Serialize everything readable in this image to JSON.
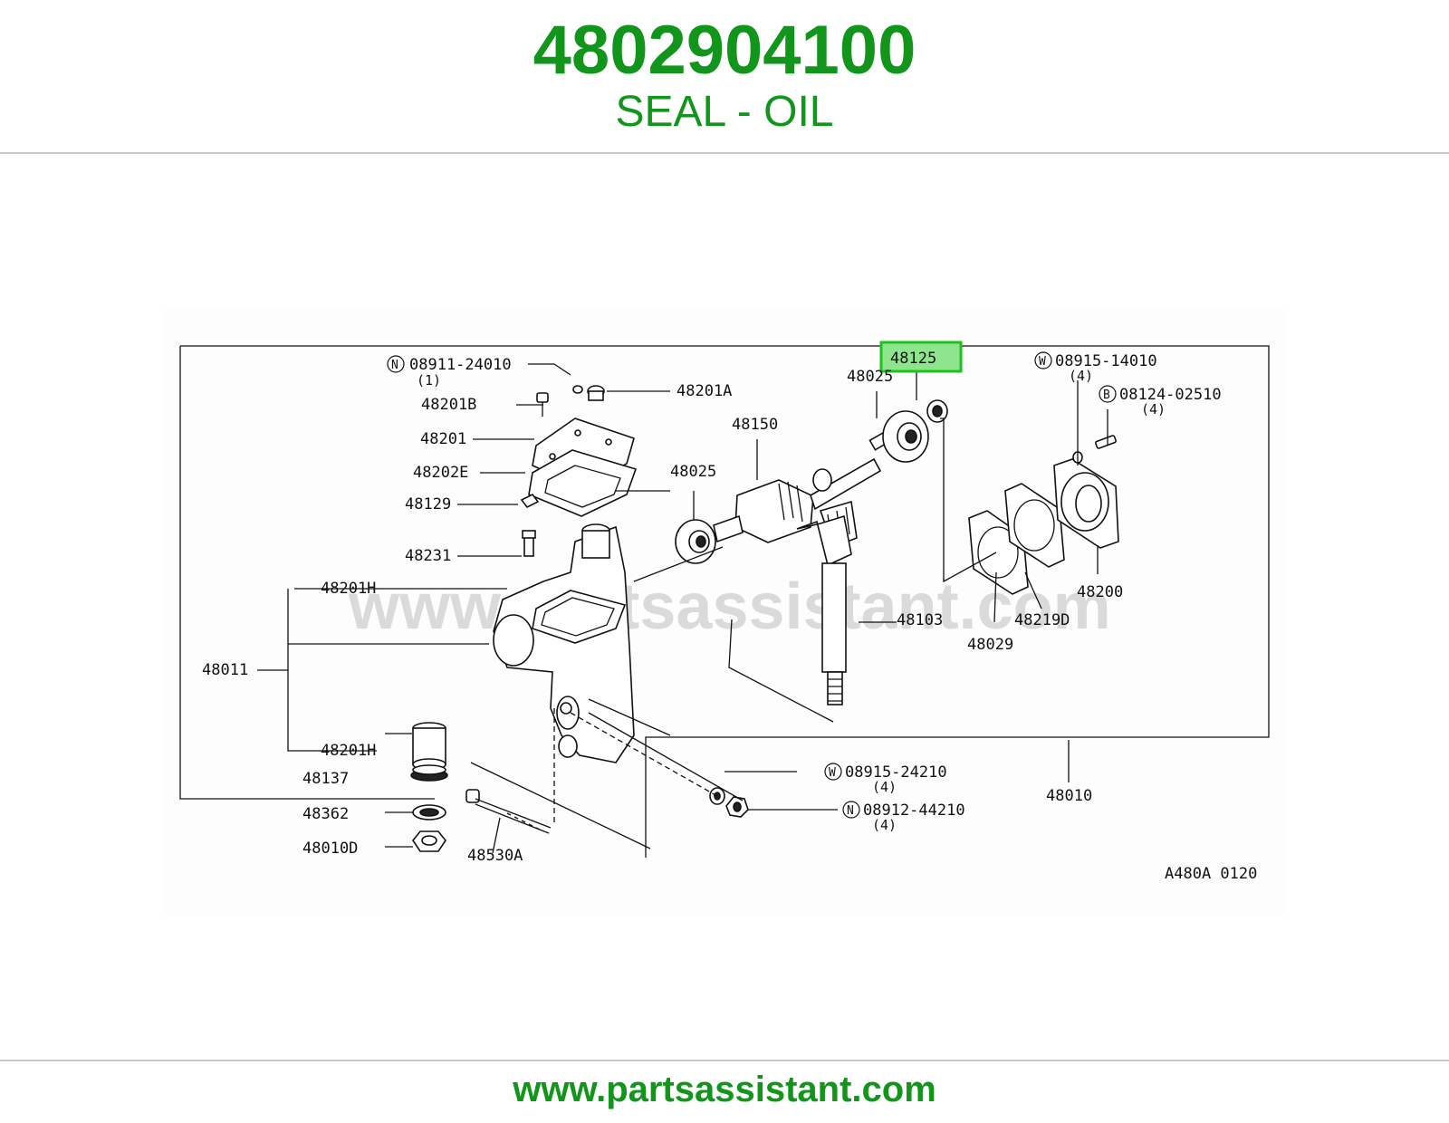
{
  "header": {
    "part_number": "4802904100",
    "description": "SEAL - OIL"
  },
  "footer": {
    "website": "www.partsassistant.com"
  },
  "colors": {
    "brand_green": "#11951b",
    "highlight_fill": "#8ee58e",
    "highlight_border": "#1ec21e"
  },
  "diagram": {
    "watermark": "www.partsassistant.com",
    "code": "A480A 0120",
    "highlighted_part": "48125",
    "labels": {
      "l_48125": "48125",
      "l_48025a": "48025",
      "l_48025b": "48025",
      "l_48150": "48150",
      "l_48201A": "48201A",
      "l_48201B": "48201B",
      "l_48201": "48201",
      "l_48202E": "48202E",
      "l_48129": "48129",
      "l_48231": "48231",
      "l_48201H_a": "48201H",
      "l_48201H_b": "48201H",
      "l_48011": "48011",
      "l_48137": "48137",
      "l_48362": "48362",
      "l_48010D": "48010D",
      "l_48530A": "48530A",
      "l_48103": "48103",
      "l_48029": "48029",
      "l_48219D": "48219D",
      "l_48200": "48200",
      "l_48010": "48010",
      "l_08911": "08911-24010",
      "q_08911": "(1)",
      "l_08915a": "08915-14010",
      "q_08915a": "(4)",
      "l_08124": "08124-02510",
      "q_08124": "(4)",
      "l_08915b": "08915-24210",
      "q_08915b": "(4)",
      "l_08912": "08912-44210",
      "q_08912": "(4)",
      "c_N": "N",
      "c_W": "W",
      "c_B": "B"
    }
  }
}
